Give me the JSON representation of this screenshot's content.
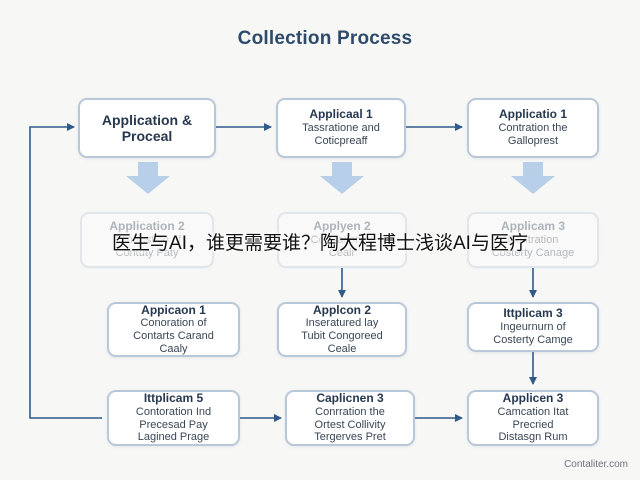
{
  "title": "Collection Process",
  "banner": "医生与AI，谁更需要谁？陶大程博士浅谈AI与医疗",
  "watermark": "Contaliter.com",
  "colors": {
    "title": "#2e4a6b",
    "box_border": "#b9c8d8",
    "connector": "#2f5a8a",
    "big_arrow": "#b7cfe9"
  },
  "boxes": {
    "r1c1": {
      "line1": "Application &",
      "line2": "Proceal"
    },
    "r1c2": {
      "line1": "Applicaal 1",
      "line2": "Tassratione and",
      "line3": "Coticpreaff"
    },
    "r1c3": {
      "line1": "Applicatio 1",
      "line2": "Contration the",
      "line3": "Galloprest"
    },
    "r2c1": {
      "line1": "Application 2",
      "line2": "Contrastion of",
      "line3": "Contuty Paty"
    },
    "r2c2": {
      "line1": "Applyen 2",
      "line2": "Contration of",
      "line3": "Cealr"
    },
    "r2c3": {
      "line1": "Applicam 3",
      "line2": "Contration",
      "line3": "Costerty Canage"
    },
    "r3c1": {
      "line1": "Appicaon 1",
      "line2": "Conoration of",
      "line3": "Contarts Carand",
      "line4": "Caaly"
    },
    "r3c2": {
      "line1": "Applcon 2",
      "line2": "Inseratured lay",
      "line3": "Tubit Congoreed",
      "line4": "Ceale"
    },
    "r3c3": {
      "line1": "Ittplicam 3",
      "line2": "Ingeurnurn of",
      "line3": "Costerty Camge"
    },
    "r4c1": {
      "line1": "Ittplicam 5",
      "line2": "Contoration Ind",
      "line3": "Precesad Pay",
      "line4": "Lagined Prage"
    },
    "r4c2": {
      "line1": "Caplicnen 3",
      "line2": "Conrration the",
      "line3": "Ortest Collivity",
      "line4": "Tergerves Pret"
    },
    "r4c3": {
      "line1": "Applicen 3",
      "line2": "Camcation Itat",
      "line3": "Precried",
      "line4": "Distasgn Rum"
    }
  }
}
